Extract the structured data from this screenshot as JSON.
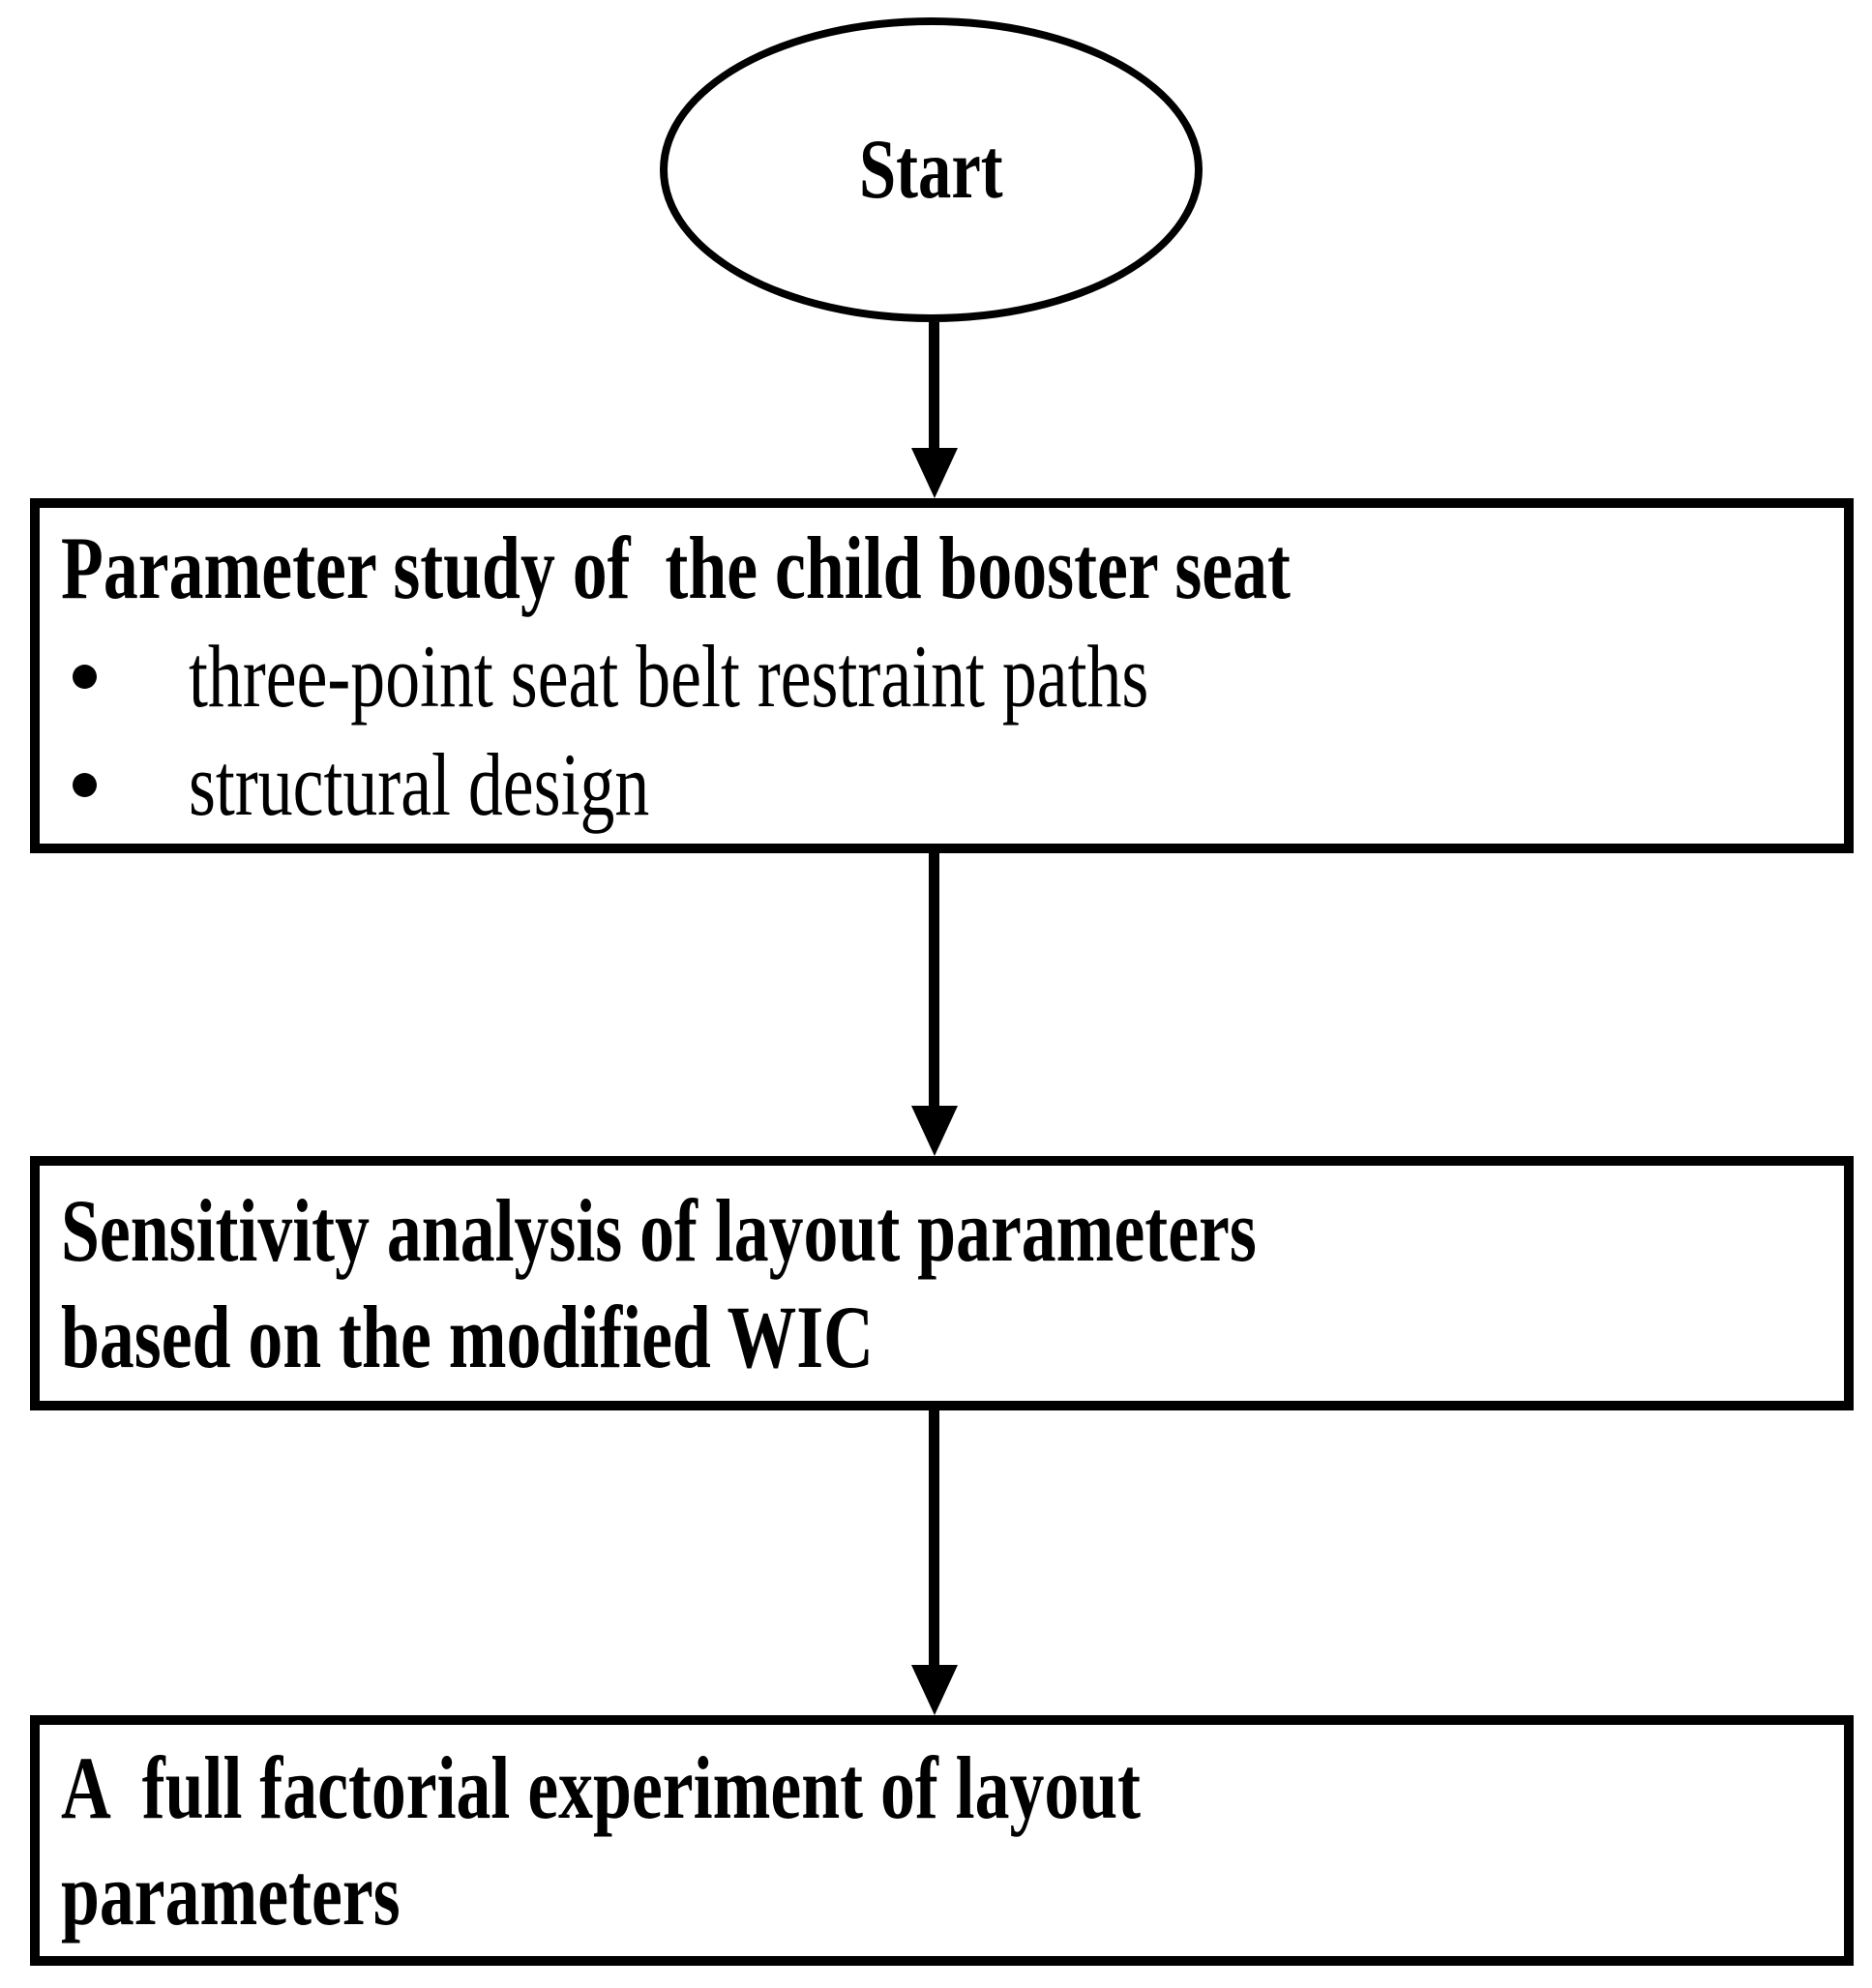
{
  "flowchart": {
    "background_color": "#ffffff",
    "line_color": "#000000",
    "start": {
      "shape": "ellipse",
      "label": "Start"
    },
    "step1": {
      "shape": "rectangle",
      "title": "Parameter study of  the child booster seat",
      "bullets": [
        "three-point seat belt restraint paths",
        "structural design"
      ]
    },
    "step2": {
      "shape": "rectangle",
      "lines": [
        "Sensitivity analysis of layout parameters",
        "based on the modified WIC"
      ]
    },
    "step3": {
      "shape": "rectangle",
      "lines": [
        "A  full factorial experiment of layout",
        "parameters"
      ]
    },
    "edges": [
      {
        "from": "start",
        "to": "step1",
        "direction": "down"
      },
      {
        "from": "step1",
        "to": "step2",
        "direction": "down"
      },
      {
        "from": "step2",
        "to": "step3",
        "direction": "down"
      }
    ]
  }
}
